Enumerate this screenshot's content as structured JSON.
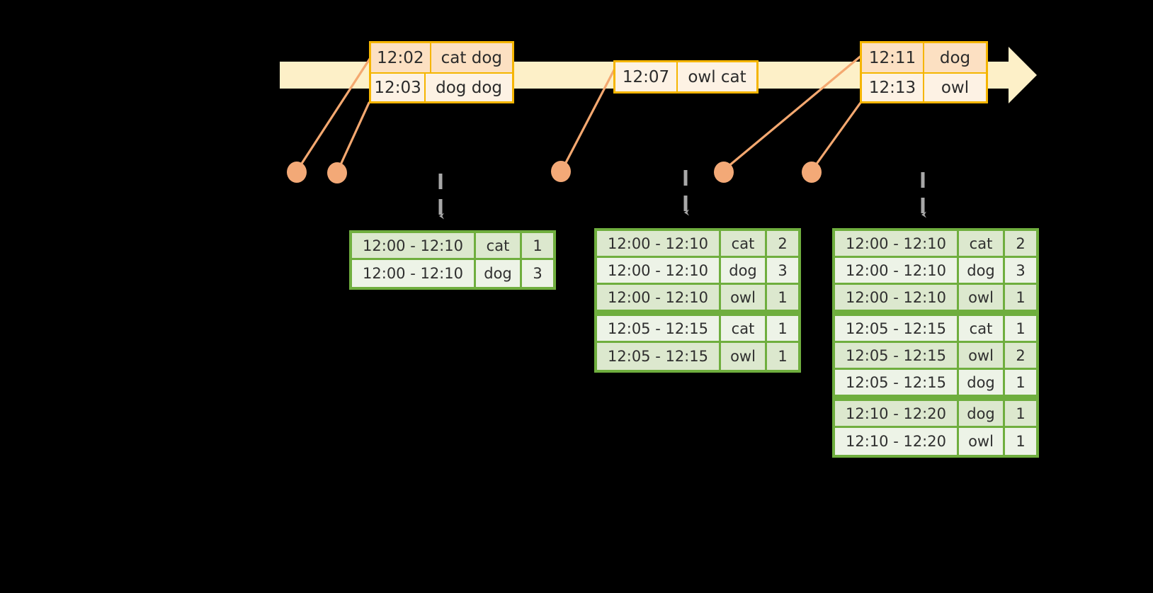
{
  "diagram": {
    "title": "windowed-word-count-timeline",
    "colors": {
      "background": "#000000",
      "timeline_bar": "#FDF0C8",
      "event_border": "#F5B500",
      "event_fill_light": "#FDF2E4",
      "event_fill_shade": "#FCE0C2",
      "connector_line": "#F4A870",
      "dot": "#F3A977",
      "table_border": "#6FAE3E",
      "table_fill_light": "#EDF3E7",
      "table_fill_alt": "#DCE8CE",
      "dashed_arrow": "#A8A8A8"
    }
  },
  "timeline": {
    "name": "event-stream-timeline",
    "events": [
      {
        "name": "event-group-1",
        "rows": [
          {
            "time": "12:02",
            "words": "cat dog",
            "shaded": true
          },
          {
            "time": "12:03",
            "words": "dog dog",
            "shaded": false
          }
        ]
      },
      {
        "name": "event-group-2",
        "rows": [
          {
            "time": "12:07",
            "words": "owl cat",
            "shaded": false
          }
        ]
      },
      {
        "name": "event-group-3",
        "rows": [
          {
            "time": "12:11",
            "words": "dog",
            "shaded": true
          },
          {
            "time": "12:13",
            "words": "owl",
            "shaded": false
          }
        ]
      }
    ]
  },
  "watermarks": [
    {
      "name": "watermark-dot-1",
      "label": ""
    },
    {
      "name": "watermark-dot-2",
      "label": ""
    },
    {
      "name": "watermark-dot-3",
      "label": ""
    },
    {
      "name": "watermark-dot-4",
      "label": ""
    },
    {
      "name": "watermark-dot-5",
      "label": ""
    }
  ],
  "tables": [
    {
      "name": "result-table-1",
      "rows": [
        {
          "window": "12:00 - 12:10",
          "key": "cat",
          "count": "1",
          "alt": true,
          "group_end": false
        },
        {
          "window": "12:00 - 12:10",
          "key": "dog",
          "count": "3",
          "alt": false,
          "group_end": false
        }
      ]
    },
    {
      "name": "result-table-2",
      "rows": [
        {
          "window": "12:00 - 12:10",
          "key": "cat",
          "count": "2",
          "alt": true,
          "group_end": false
        },
        {
          "window": "12:00 - 12:10",
          "key": "dog",
          "count": "3",
          "alt": false,
          "group_end": false
        },
        {
          "window": "12:00 - 12:10",
          "key": "owl",
          "count": "1",
          "alt": true,
          "group_end": true
        },
        {
          "window": "12:05 - 12:15",
          "key": "cat",
          "count": "1",
          "alt": false,
          "group_end": false
        },
        {
          "window": "12:05 - 12:15",
          "key": "owl",
          "count": "1",
          "alt": true,
          "group_end": false
        }
      ]
    },
    {
      "name": "result-table-3",
      "rows": [
        {
          "window": "12:00 - 12:10",
          "key": "cat",
          "count": "2",
          "alt": true,
          "group_end": false
        },
        {
          "window": "12:00 - 12:10",
          "key": "dog",
          "count": "3",
          "alt": false,
          "group_end": false
        },
        {
          "window": "12:00 - 12:10",
          "key": "owl",
          "count": "1",
          "alt": true,
          "group_end": true
        },
        {
          "window": "12:05 - 12:15",
          "key": "cat",
          "count": "1",
          "alt": false,
          "group_end": false
        },
        {
          "window": "12:05 - 12:15",
          "key": "owl",
          "count": "2",
          "alt": true,
          "group_end": false
        },
        {
          "window": "12:05 - 12:15",
          "key": "dog",
          "count": "1",
          "alt": false,
          "group_end": true
        },
        {
          "window": "12:10 - 12:20",
          "key": "dog",
          "count": "1",
          "alt": true,
          "group_end": false
        },
        {
          "window": "12:10 - 12:20",
          "key": "owl",
          "count": "1",
          "alt": false,
          "group_end": false
        }
      ]
    }
  ]
}
